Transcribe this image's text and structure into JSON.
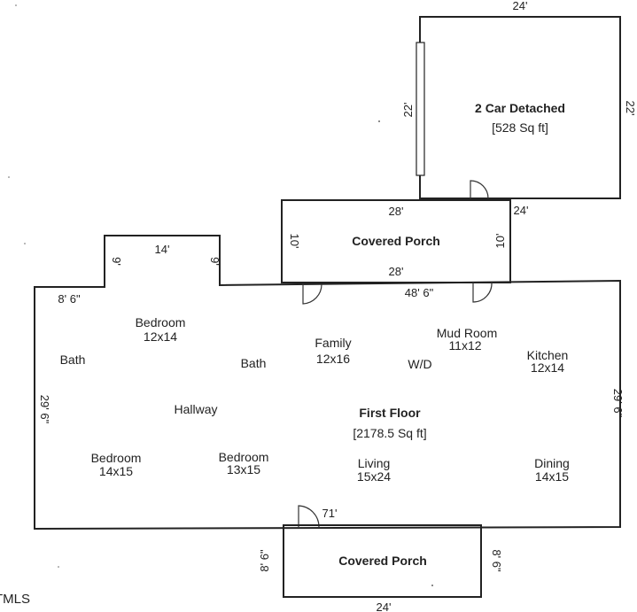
{
  "garage": {
    "title": "2 Car Detached",
    "area": "[528 Sq ft]",
    "dim_top": "24'",
    "dim_right": "22'",
    "dim_left": "22'",
    "dim_bottom_right": "24'"
  },
  "upper_porch": {
    "title": "Covered Porch",
    "dim_top": "28'",
    "dim_bottom": "28'",
    "dim_left": "10'",
    "dim_right": "10'"
  },
  "first_floor": {
    "title": "First Floor",
    "area": "[2178.5 Sq ft]",
    "dim_top_left": "8' 6\"",
    "dim_bump_top": "14'",
    "dim_bump_left": "9'",
    "dim_bump_right": "9'",
    "dim_top_right": "48' 6\"",
    "dim_left": "29' 6\"",
    "dim_right": "29' 6\"",
    "dim_bottom": "71'"
  },
  "rooms": {
    "bedroom1": {
      "name": "Bedroom",
      "size": "12x14"
    },
    "bath1": {
      "name": "Bath"
    },
    "bath2": {
      "name": "Bath"
    },
    "hallway": {
      "name": "Hallway"
    },
    "family": {
      "name": "Family",
      "size": "12x16"
    },
    "mud_room": {
      "name": "Mud Room",
      "size": "11x12"
    },
    "wd": {
      "name": "W/D"
    },
    "kitchen": {
      "name": "Kitchen",
      "size": "12x14"
    },
    "bedroom2": {
      "name": "Bedroom",
      "size": "14x15"
    },
    "bedroom3": {
      "name": "Bedroom",
      "size": "13x15"
    },
    "living": {
      "name": "Living",
      "size": "15x24"
    },
    "dining": {
      "name": "Dining",
      "size": "14x15"
    }
  },
  "lower_porch": {
    "title": "Covered Porch",
    "dim_bottom": "24'",
    "dim_left": "8' 6\"",
    "dim_right": "8' 6\""
  },
  "watermark": "TMLS"
}
